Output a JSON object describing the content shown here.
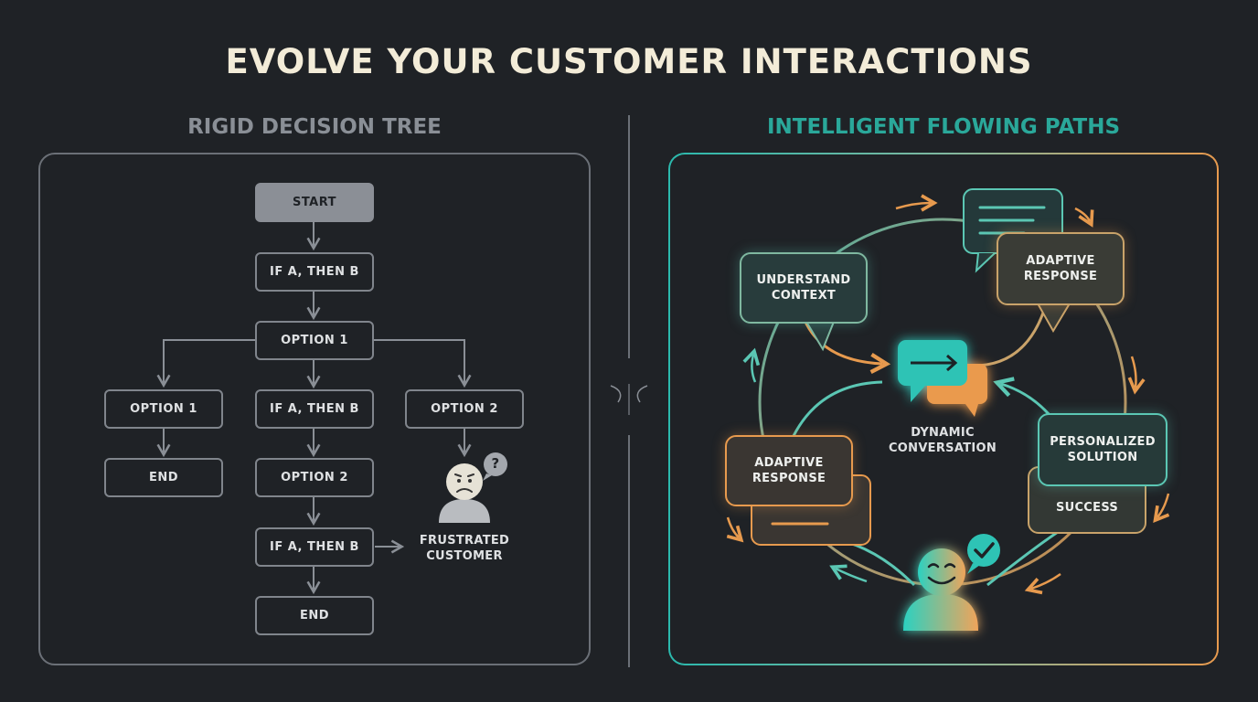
{
  "title": "EVOLVE YOUR CUSTOMER INTERACTIONS",
  "left": {
    "title": "RIGID DECISION TREE",
    "nodes": {
      "start": "START",
      "if1": "IF A, THEN B",
      "option1_center": "OPTION 1",
      "option1_left": "OPTION 1",
      "if2": "IF A, THEN B",
      "option2_right": "OPTION 2",
      "end_left": "END",
      "option2_center": "OPTION 2",
      "if3": "IF A, THEN B",
      "end_bottom": "END"
    },
    "frustrated": {
      "label_line1": "FRUSTRATED",
      "label_line2": "CUSTOMER",
      "badge": "?"
    }
  },
  "right": {
    "title": "INTELLIGENT FLOWING PATHS",
    "bubbles": {
      "understand_line1": "UNDERSTAND",
      "understand_line2": "CONTEXT",
      "adaptive_top_line1": "ADAPTIVE",
      "adaptive_top_line2": "RESPONSE",
      "personalized_line1": "PERSONALIZED",
      "personalized_line2": "SOLUTION",
      "success": "SUCCESS",
      "adaptive_bottom_line1": "ADAPTIVE",
      "adaptive_bottom_line2": "RESPONSE"
    },
    "center": {
      "line1": "DYNAMIC",
      "line2": "CONVERSATION"
    }
  },
  "colors": {
    "background": "#1f2226",
    "teal": "#2bb9ad",
    "orange": "#e79a4e",
    "gray": "#80858c",
    "title": "#f3ecd8"
  }
}
